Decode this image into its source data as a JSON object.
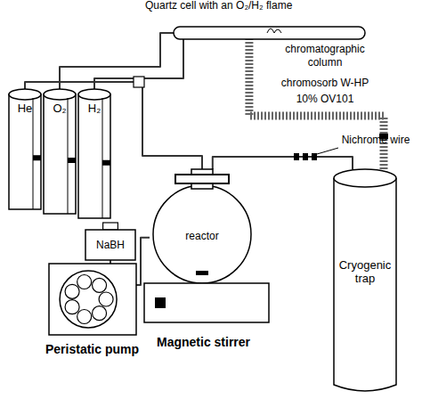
{
  "diagram": {
    "nodes": [
      {
        "text": [
          "Quartz cell with an O₂/H₂ flame"
        ]
      },
      {
        "text": [
          "He"
        ]
      },
      {
        "text": [
          "O₂"
        ]
      },
      {
        "text": [
          "H₂"
        ]
      },
      {
        "text": [
          "Cryogenic trap"
        ]
      },
      {
        "text": [
          "NaBH"
        ]
      },
      {
        "text": [
          "reactor"
        ]
      },
      {
        "text": [
          "Peristatic pump"
        ]
      },
      {
        "text": [
          "Magnetic stirrer"
        ]
      }
    ],
    "edges": [
      {
        "from": 1,
        "to": 6,
        "arrow": "none"
      },
      {
        "from": 2,
        "to": 0,
        "arrow": "none"
      },
      {
        "from": 3,
        "to": 0,
        "arrow": "none"
      },
      {
        "from": 5,
        "to": 7,
        "arrow": "none"
      },
      {
        "from": 7,
        "to": 6,
        "arrow": "none"
      },
      {
        "from": 6,
        "to": 4,
        "arrow": "none"
      },
      {
        "from": 4,
        "to": 0,
        "arrow": "none"
      }
    ],
    "labels": [
      "chromatographic column",
      "chromosorb W-HP",
      "10% OV101",
      "Nichrome wire"
    ]
  }
}
